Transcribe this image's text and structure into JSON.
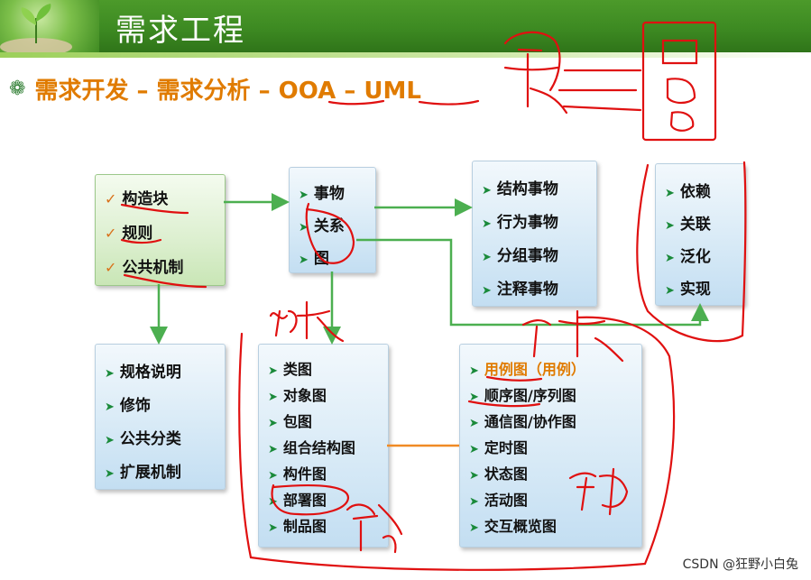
{
  "header": {
    "title": "需求工程"
  },
  "subtitle": {
    "bullet": "❁",
    "text": "需求开发 – 需求分析 – OOA – UML"
  },
  "boxes": {
    "building_blocks": {
      "items": [
        "构造块",
        "规则",
        "公共机制"
      ]
    },
    "mechanisms": {
      "items": [
        "规格说明",
        "修饰",
        "公共分类",
        "扩展机制"
      ]
    },
    "things_rel": {
      "items": [
        "事物",
        "关系",
        "图"
      ]
    },
    "things": {
      "items": [
        "结构事物",
        "行为事物",
        "分组事物",
        "注释事物"
      ]
    },
    "relations": {
      "items": [
        "依赖",
        "关联",
        "泛化",
        "实现"
      ]
    },
    "structural_diagrams": {
      "items": [
        "类图",
        "对象图",
        "包图",
        "组合结构图",
        "构件图",
        "部署图",
        "制品图"
      ]
    },
    "behavioral_diagrams": {
      "items": [
        "用例图（用例）",
        "顺序图/序列图",
        "通信图/协作图",
        "定时图",
        "状态图",
        "活动图",
        "交互概览图"
      ]
    }
  },
  "watermark": "CSDN @狂野小白兔",
  "colors": {
    "header_green": "#3d8a22",
    "accent_orange": "#e07b00",
    "arrow_green": "#4caf50",
    "annotation_red": "#e01010"
  }
}
